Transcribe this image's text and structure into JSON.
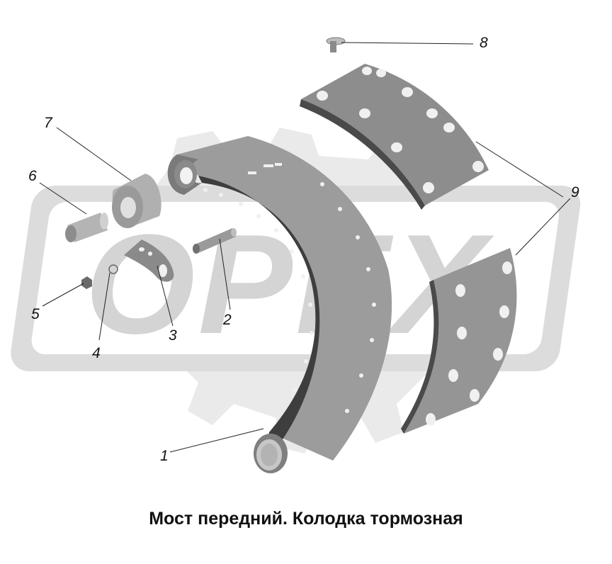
{
  "caption": "Мост передний. Колодка тормозная",
  "watermark": {
    "text": "OPEX",
    "color": "#d9d9d9"
  },
  "colors": {
    "part_fill": "#9a9a9a",
    "part_dark": "#6e6e6e",
    "part_light": "#bdbdbd",
    "hole": "#f2f2f2"
  },
  "parts": [
    {
      "number": "1",
      "name": "brake-shoe"
    },
    {
      "number": "2",
      "name": "pin"
    },
    {
      "number": "3",
      "name": "cam-plate"
    },
    {
      "number": "4",
      "name": "ring"
    },
    {
      "number": "5",
      "name": "nut"
    },
    {
      "number": "6",
      "name": "axle"
    },
    {
      "number": "7",
      "name": "roller"
    },
    {
      "number": "8",
      "name": "rivet"
    },
    {
      "number": "9",
      "name": "lining"
    }
  ]
}
